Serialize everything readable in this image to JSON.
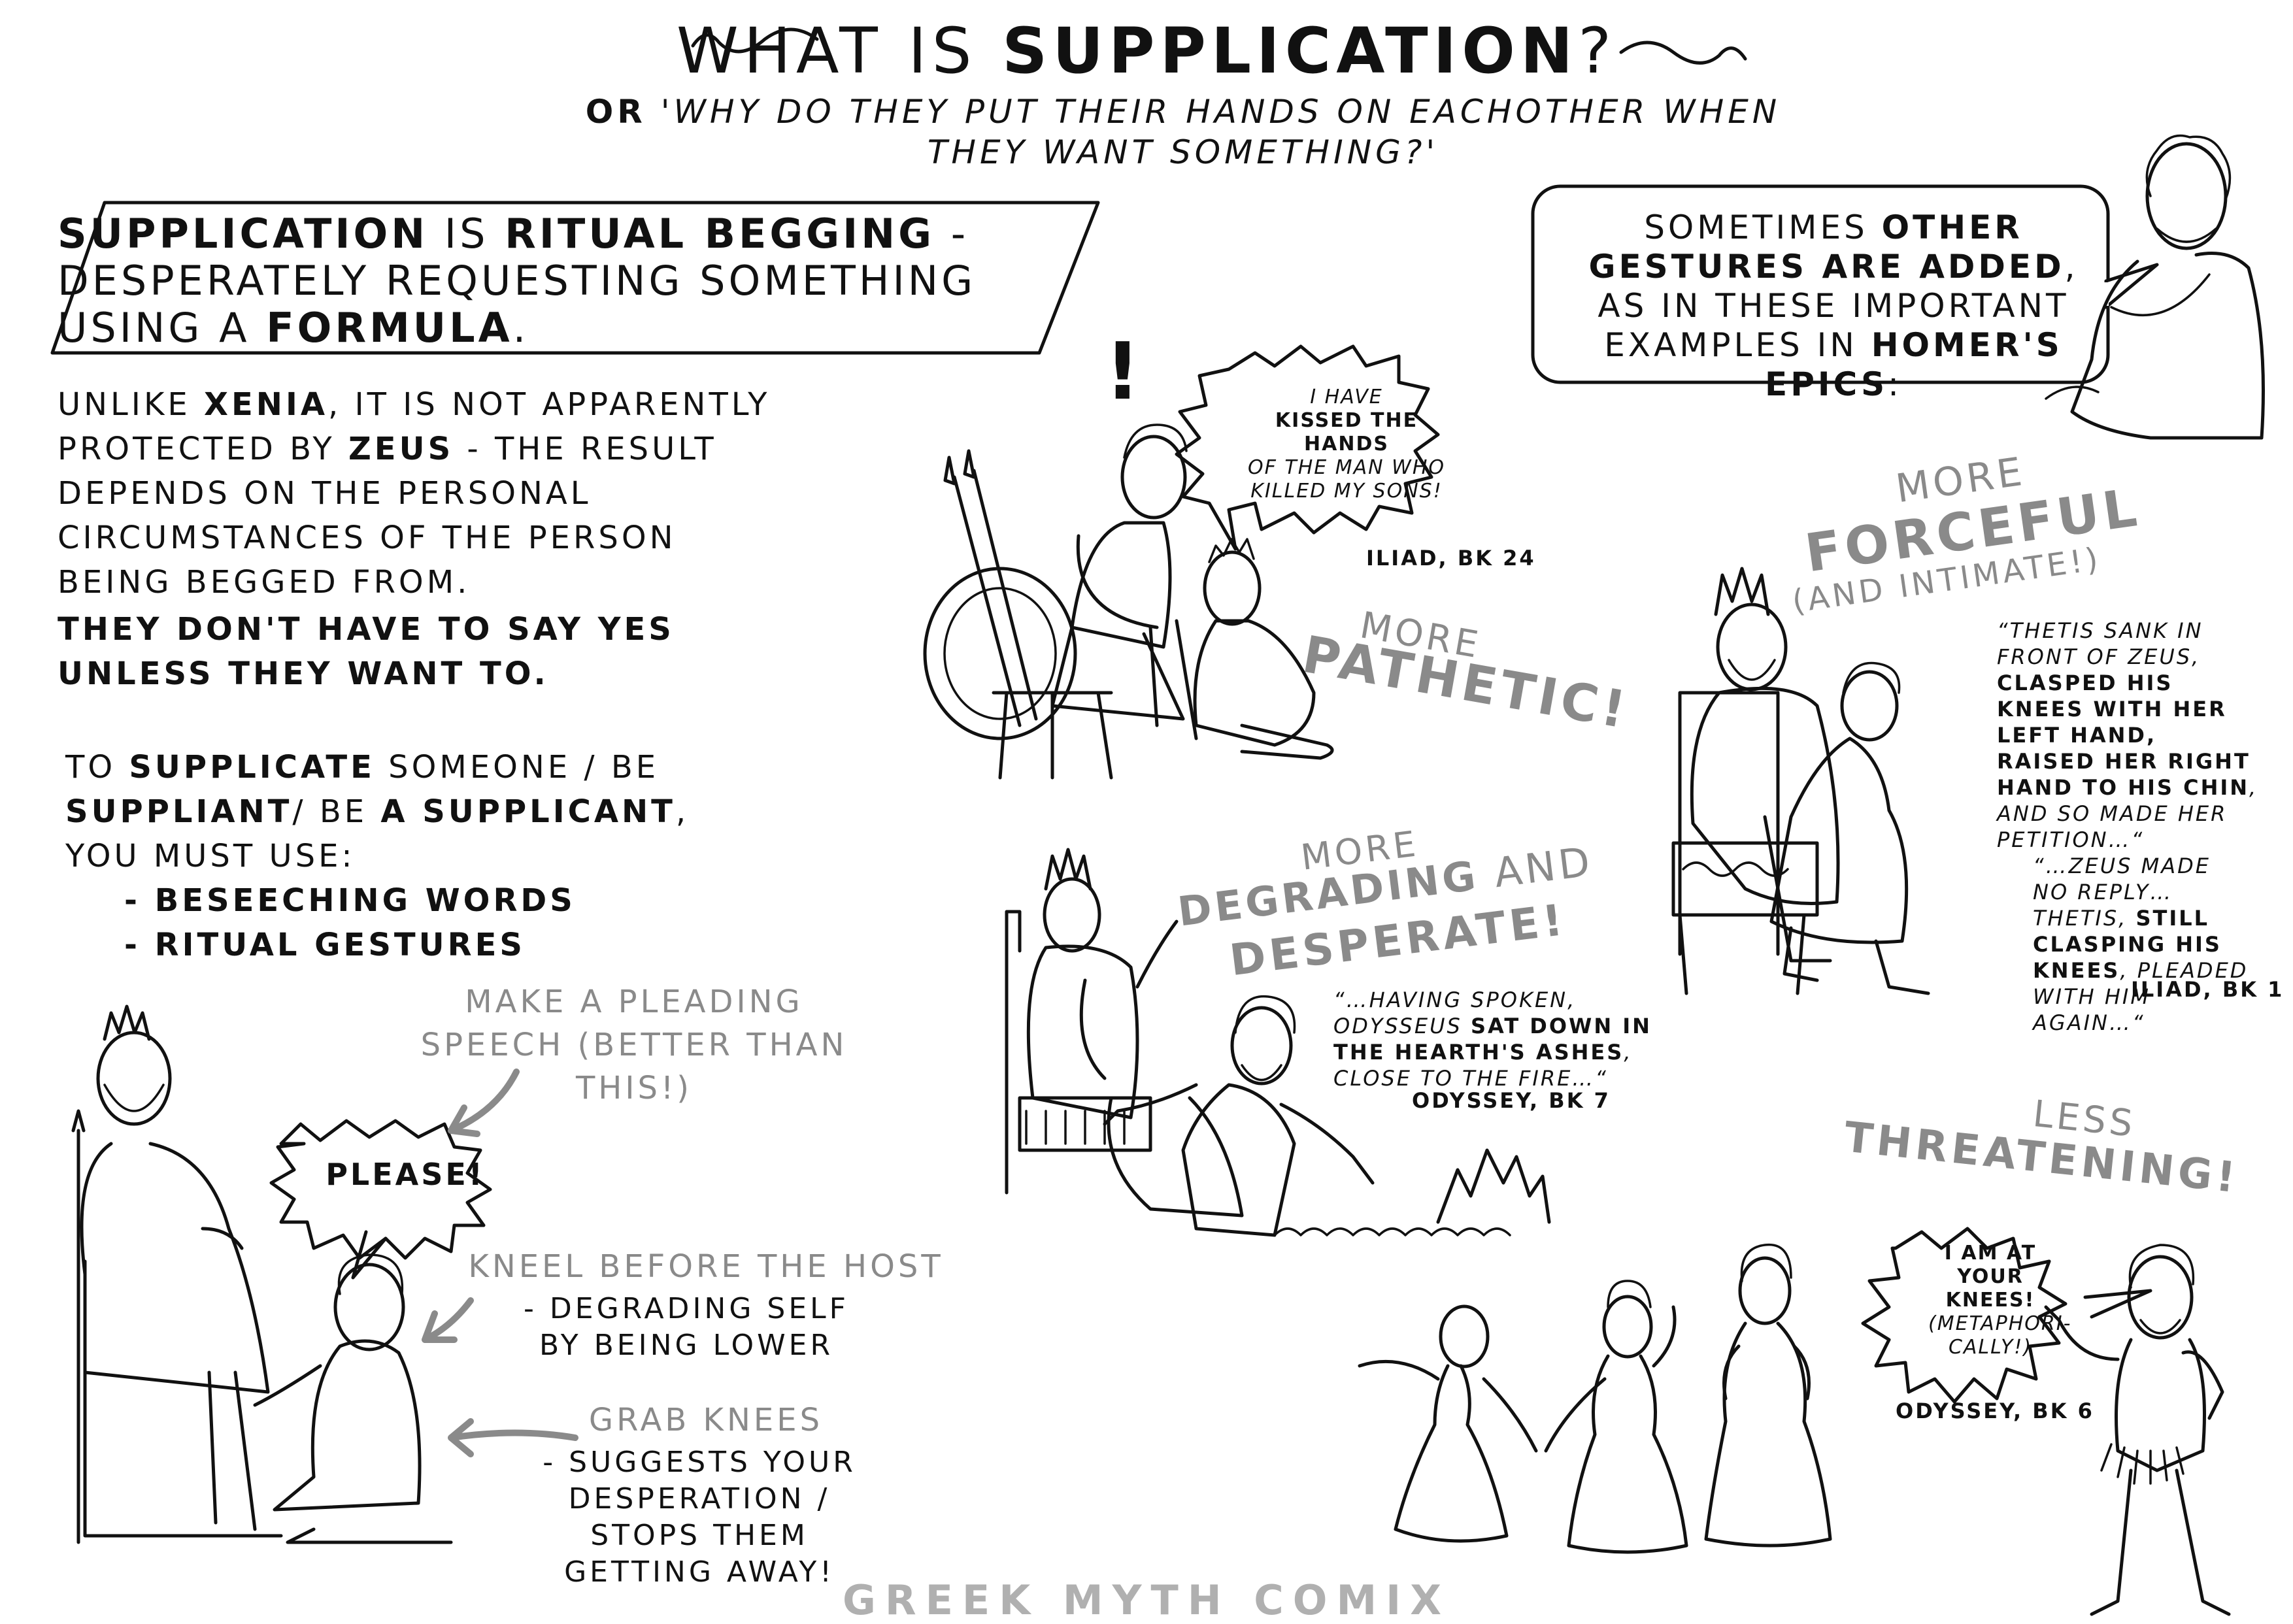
{
  "title": {
    "prefix": "WHAT IS ",
    "emphasis": "SUPPLICATION",
    "suffix": "?"
  },
  "subtitle": {
    "lead": "OR",
    "rest": "'WHY DO THEY PUT THEIR HANDS ON EACHOTHER WHEN THEY WANT SOMETHING?'"
  },
  "definition": {
    "w1": "SUPPLICATION",
    "w2": " IS ",
    "w3": "RITUAL BEGGING",
    "w4": " - DESPERATELY REQUESTING SOMETHING USING A ",
    "w5": "FORMULA",
    "w6": "."
  },
  "xenia_paragraph": {
    "p1": "UNLIKE ",
    "p2": "XENIA",
    "p3": ", IT IS NOT APPARENTLY PROTECTED BY ",
    "p4": "ZEUS",
    "p5": " - THE RESULT DEPENDS ON THE PERSONAL CIRCUMSTANCES OF THE PERSON BEING BEGGED FROM.",
    "bold_line": "THEY DON'T HAVE TO SAY YES UNLESS THEY WANT TO."
  },
  "how_to": {
    "s1": "TO ",
    "s2": "SUPPLICATE",
    "s3": " SOMEONE / BE ",
    "s4": "SUPPLIANT",
    "s5": "/ BE ",
    "s6": "A SUPPLICANT",
    "s7": ",",
    "s8": "YOU MUST USE:",
    "items": [
      "- BESEECHING WORDS",
      "- RITUAL GESTURES"
    ]
  },
  "steps": {
    "speech": "MAKE A PLEADING SPEECH (BETTER THAN THIS!)",
    "please": "PLEASE!",
    "kneel": "KNEEL BEFORE THE HOST",
    "kneel_note": "- DEGRADING SELF BY BEING LOWER",
    "grab": "GRAB KNEES",
    "grab_note": "- SUGGESTS YOUR DESPERATION / STOPS THEM GETTING AWAY!"
  },
  "intro_bubble": {
    "t1": "SOMETIMES ",
    "t2": "OTHER GESTURES ARE ADDED",
    "t3": ", AS IN THESE IMPORTANT EXAMPLES IN ",
    "t4": "HOMER'S EPICS",
    "t5": ":"
  },
  "examples": {
    "priam": {
      "exclaim": "!",
      "speech_1": "I HAVE",
      "speech_2": "KISSED THE HANDS",
      "speech_3": "OF THE MAN WHO KILLED MY SONS!",
      "ref": "ILIAD, BK 24",
      "label_small": "MORE",
      "label_big": "PATHETIC!"
    },
    "thetis": {
      "label_small": "MORE",
      "label_big": "FORCEFUL",
      "label_paren": "(AND INTIMATE!)",
      "q1a": "“THETIS SANK IN FRONT OF ZEUS, ",
      "q1b": "CLASPED HIS KNEES WITH HER LEFT HAND, RAISED HER RIGHT HAND TO HIS CHIN",
      "q1c": ", AND SO MADE HER PETITION…“",
      "q2a": "“…ZEUS MADE NO REPLY… THETIS, ",
      "q2b": "STILL CLASPING HIS KNEES",
      "q2c": ", PLEADED WITH HIM AGAIN…“",
      "ref": "ILIAD, BK 1"
    },
    "odysseus_hearth": {
      "label_small": "MORE",
      "label_big1": "DEGRADING",
      "label_and": " AND",
      "label_big2": "DESPERATE!",
      "qa": "“…HAVING SPOKEN, ODYSSEUS ",
      "qb": "SAT DOWN IN THE HEARTH'S ASHES",
      "qc": ", CLOSE TO THE FIRE…“",
      "ref": "ODYSSEY, BK 7"
    },
    "nausicaa": {
      "label_small": "LESS",
      "label_big": "THREATENING!",
      "speech_a": "I AM AT YOUR KNEES!",
      "speech_b": "(METAPHORI-CALLY!)",
      "ref": "ODYSSEY, BK 6"
    }
  },
  "footer": "GREEK MYTH COMIX"
}
